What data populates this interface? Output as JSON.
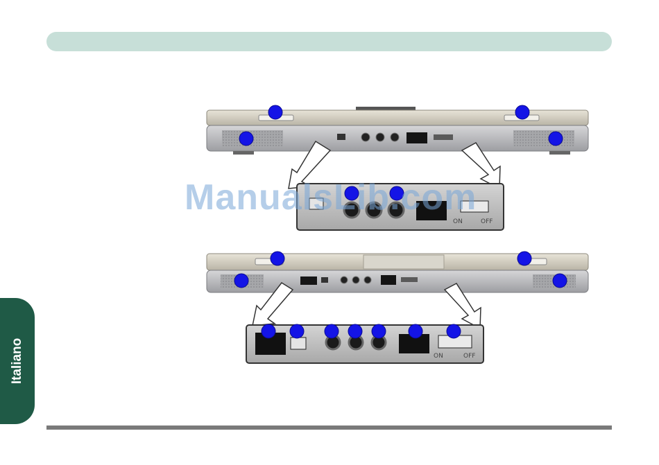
{
  "sidebar": {
    "language_tab": "Italiano"
  },
  "watermark": {
    "text": "ManualsLib.com"
  },
  "diagram": {
    "panel_labels": {
      "switch_on": "ON",
      "switch_off": "OFF"
    }
  },
  "colors": {
    "header_bar": "#c7dfd8",
    "language_tab": "#1f5a46",
    "footer_rule": "#7a7a7a",
    "callout_marker": "#1414e6"
  }
}
